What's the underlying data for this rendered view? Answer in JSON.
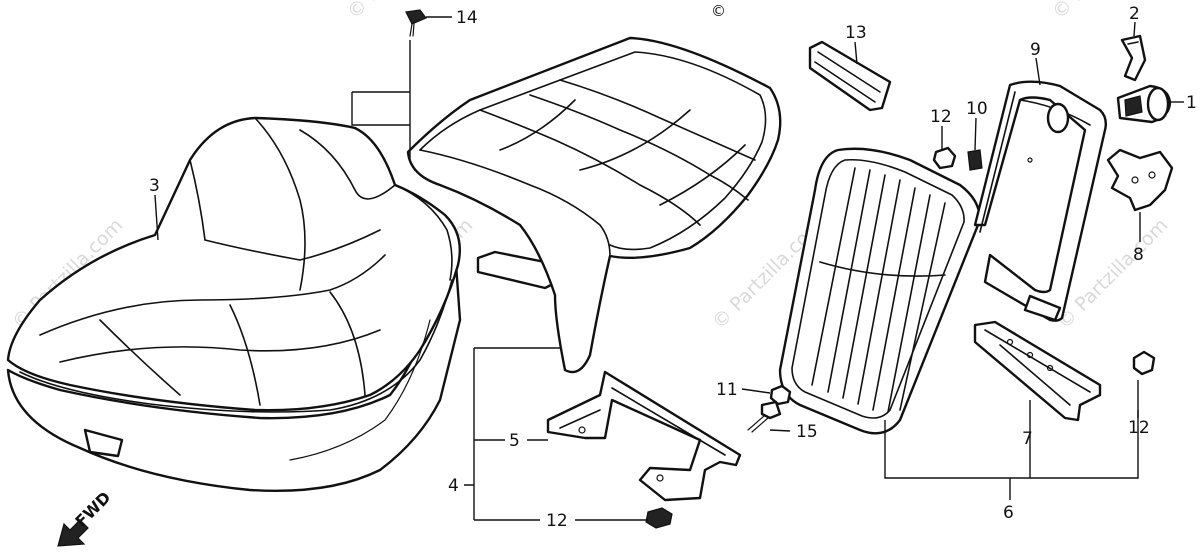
{
  "copyright_symbol": "©",
  "watermark_text": "© Partzilla.com",
  "direction_label": "FWD",
  "callouts": {
    "c1": "1",
    "c2": "2",
    "c3": "3",
    "c4": "4",
    "c5": "5",
    "c6": "6",
    "c7": "7",
    "c8": "8",
    "c9": "9",
    "c10": "10",
    "c11": "11",
    "c12a": "12",
    "c12b": "12",
    "c12c": "12",
    "c13": "13",
    "c14": "14",
    "c15": "15"
  },
  "colors": {
    "line": "#111111",
    "background": "#ffffff",
    "watermark": "#d3d3d3"
  }
}
